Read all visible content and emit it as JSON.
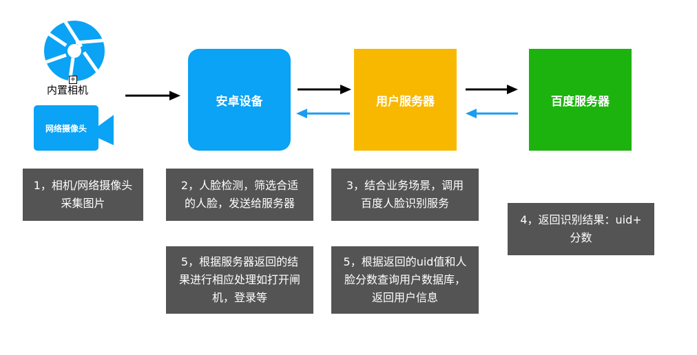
{
  "devices": {
    "builtin_camera_label": "内置相机",
    "network_camera_label": "网络摄像头"
  },
  "nodes": {
    "android": "安卓设备",
    "user_server": "用户服务器",
    "baidu_server": "百度服务器"
  },
  "notes": {
    "step1": "1，相机/网络摄像头\n采集图片",
    "step2": "2，人脸检测，筛选合适\n的人脸，发送给服务器",
    "step3": "3，结合业务场景，调用\n百度人脸识别服务",
    "step4": "4，返回识别结果：uid+\n分数",
    "step5a": "5，根据服务器返回的结\n果进行相应处理如打开闸\n机，登录等",
    "step5b": "5，根据返回的uid值和人\n脸分数查询用户数据库，\n返回用户信息"
  },
  "colors": {
    "android": "#0aa3f5",
    "user_server": "#f9b800",
    "baidu_server": "#1db30e",
    "note_bg": "#545454",
    "arrow_forward": "#000000",
    "arrow_back": "#1a9cf0"
  },
  "icons": [
    "camera-shutter-icon",
    "video-camera-icon"
  ]
}
